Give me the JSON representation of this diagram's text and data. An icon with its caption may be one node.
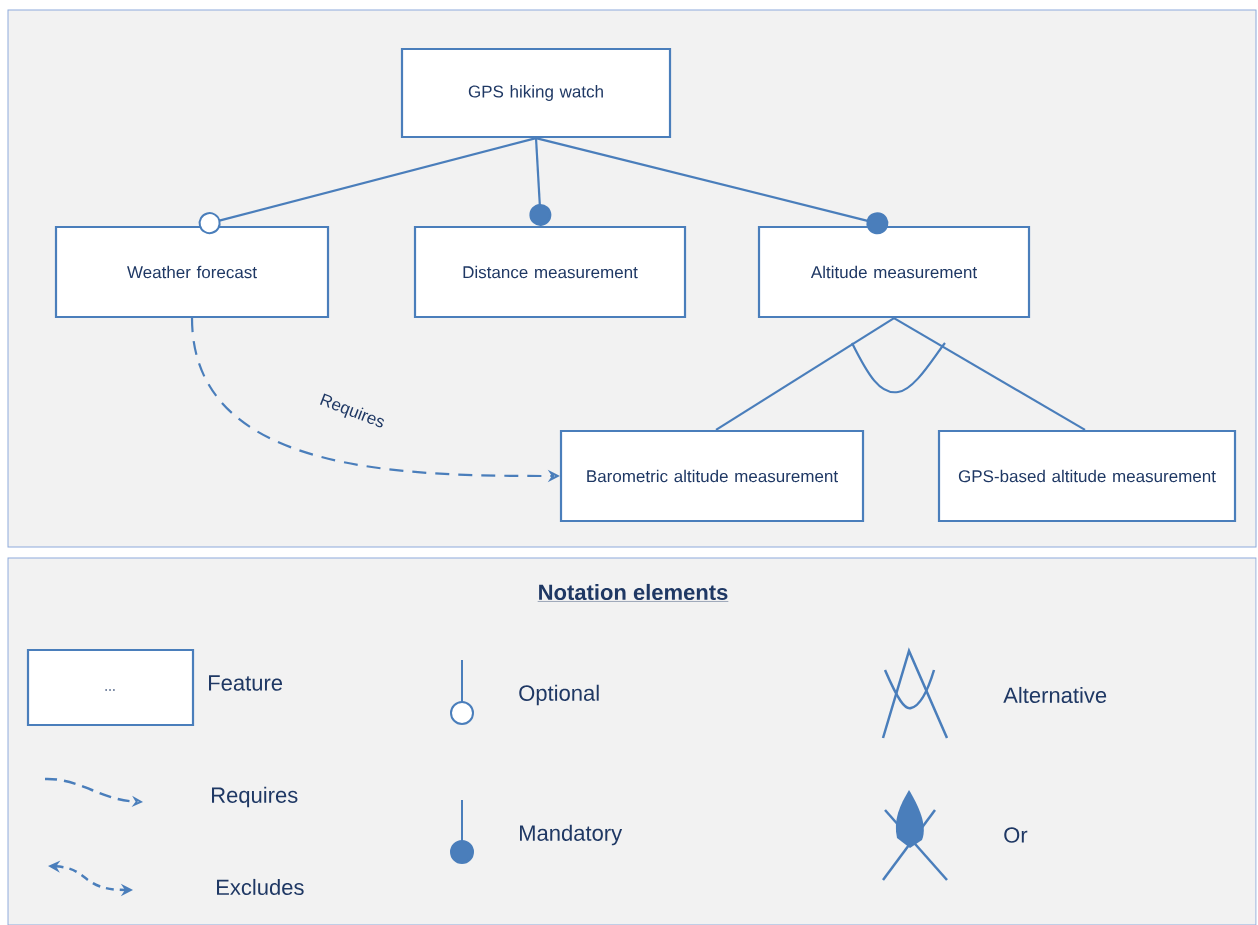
{
  "diagram": {
    "nodes": [
      {
        "text": [
          "GPS hiking watch"
        ]
      },
      {
        "text": [
          "Weather forecast"
        ]
      },
      {
        "text": [
          "Distance measurement"
        ]
      },
      {
        "text": [
          "Altitude measurement"
        ]
      },
      {
        "text": [
          "Barometric altitude measurement"
        ]
      },
      {
        "text": [
          "GPS-based altitude measurement"
        ]
      }
    ],
    "edges": [
      {
        "from": 0,
        "to": 1,
        "arrow": "other"
      },
      {
        "from": 0,
        "to": 2,
        "arrow": "other"
      },
      {
        "from": 0,
        "to": 3,
        "arrow": "other"
      },
      {
        "from": 3,
        "to": 4,
        "arrow": "none"
      },
      {
        "from": 3,
        "to": 5,
        "arrow": "none"
      },
      {
        "from": 1,
        "to": 4,
        "arrow": "to",
        "style": "dashed",
        "label": "Requires"
      }
    ],
    "labels": [
      "Notation elements",
      "..."
    ],
    "legend": [
      {
        "text": "Feature"
      },
      {
        "text": "Requires"
      },
      {
        "text": "Excludes"
      },
      {
        "text": "Optional"
      },
      {
        "text": "Mandatory"
      },
      {
        "text": "Alternative"
      },
      {
        "text": "Or"
      }
    ]
  }
}
